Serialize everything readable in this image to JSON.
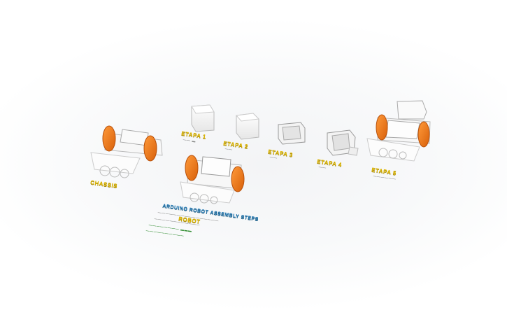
{
  "scene": {
    "labels": {
      "chassis": "CHASSIS",
      "step1": "ETAPA 1",
      "step2": "ETAPA 2",
      "step3": "ETAPA 3",
      "step4": "ETAPA 4",
      "step5": "ETAPA 5",
      "assembly": "ROBOT",
      "info": "ARDUINO ROBOT ASSEMBLY STEPS"
    },
    "colors": {
      "wheel": "#f07a1a",
      "body": "#f4f4f4",
      "outline": "#b8b8b8",
      "caption": "#e0b800",
      "accent_red": "#b00000",
      "accent_blue": "#1f78b4",
      "accent_green": "#2e8b2e"
    }
  }
}
